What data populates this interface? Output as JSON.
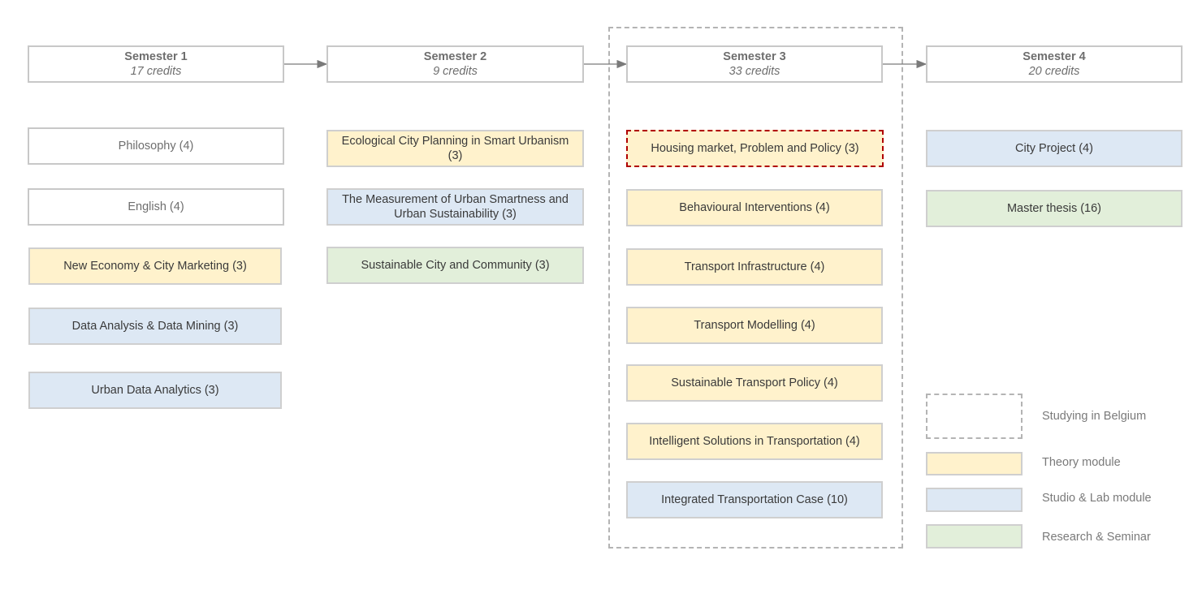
{
  "semesters": [
    {
      "title": "Semester 1",
      "credits": "17 credits"
    },
    {
      "title": "Semester 2",
      "credits": "9 credits"
    },
    {
      "title": "Semester 3",
      "credits": "33 credits"
    },
    {
      "title": "Semester 4",
      "credits": "20 credits"
    }
  ],
  "semester1": [
    "Philosophy (4)",
    "English (4)",
    "New Economy & City Marketing (3)",
    "Data Analysis & Data Mining (3)",
    "Urban Data Analytics (3)"
  ],
  "semester2": [
    "Ecological City Planning in Smart Urbanism (3)",
    "The Measurement of Urban Smartness and Urban Sustainability (3)",
    "Sustainable City and Community (3)"
  ],
  "semester3": [
    "Housing market, Problem and Policy (3)",
    "Behavioural Interventions (4)",
    "Transport Infrastructure (4)",
    "Transport Modelling (4)",
    "Sustainable Transport Policy (4)",
    "Intelligent Solutions in Transportation (4)",
    "Integrated Transportation Case (10)"
  ],
  "semester4": [
    "City Project (4)",
    "Master thesis (16)"
  ],
  "legend": {
    "belgium": "Studying in Belgium",
    "theory": "Theory module",
    "studio": "Studio & Lab module",
    "research": "Research & Seminar"
  },
  "colors": {
    "theory": "#fff2cc",
    "studio": "#dde8f4",
    "research": "#e2efda",
    "highlight_border": "#b00000"
  }
}
